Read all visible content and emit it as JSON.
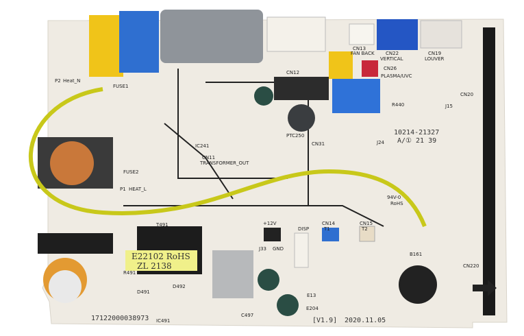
{
  "board": {
    "serial": "17122000038973",
    "version": "[V1.9]",
    "date": "2020.11.05",
    "part_code": "10214-21327",
    "lot_code": "A/① 21 39",
    "ul_mark": "94V-0",
    "rohs": "RoHS"
  },
  "transformer": {
    "ref": "T491",
    "line1": "E22102 RoHS",
    "line2": "ZL  2138"
  },
  "connectors": {
    "cn13": "CN13",
    "cn13_label": "FAN BACK",
    "cn22": "CN22",
    "cn22_label": "VERTICAL",
    "cn19": "CN19",
    "cn19_label": "LOUVER",
    "cn26": "CN26",
    "cn26_label": "PLASMA/UVC",
    "cn11": "CN11",
    "cn11_label": "TRANSFORMER_OUT",
    "cn220": "CN220",
    "cn20": "CN20",
    "cn14": "CN14",
    "cn14_t": "T1",
    "cn15": "CN15",
    "cn15_t": "T2",
    "disp": "DISP",
    "p1": "P1",
    "p1_label": "HEAT_L",
    "p2": "P2",
    "p2_label": "Heat_N",
    "cn12": "CN12",
    "cn31": "CN31"
  },
  "components": {
    "ic491": "IC491",
    "d491": "D491",
    "d492": "D492",
    "r491": "R491",
    "c497": "C497",
    "e204": "E204",
    "e13": "E13",
    "j33": "J33",
    "gnd": "GND",
    "plus12v": "+12V",
    "fuse1": "FUSE1",
    "fuse2": "FUSE2",
    "ptc250": "PTC250",
    "ic241": "IC241",
    "r440": "R440",
    "j15": "J15",
    "j24": "J24",
    "b161": "B161"
  },
  "colors": {
    "board": "#eeeae2",
    "silk": "#1e1e1e",
    "relay": "#2f6fd0",
    "connector_yellow": "#f0c419",
    "wire": "#c8c81a",
    "heatsink": "#b7b9bb"
  }
}
